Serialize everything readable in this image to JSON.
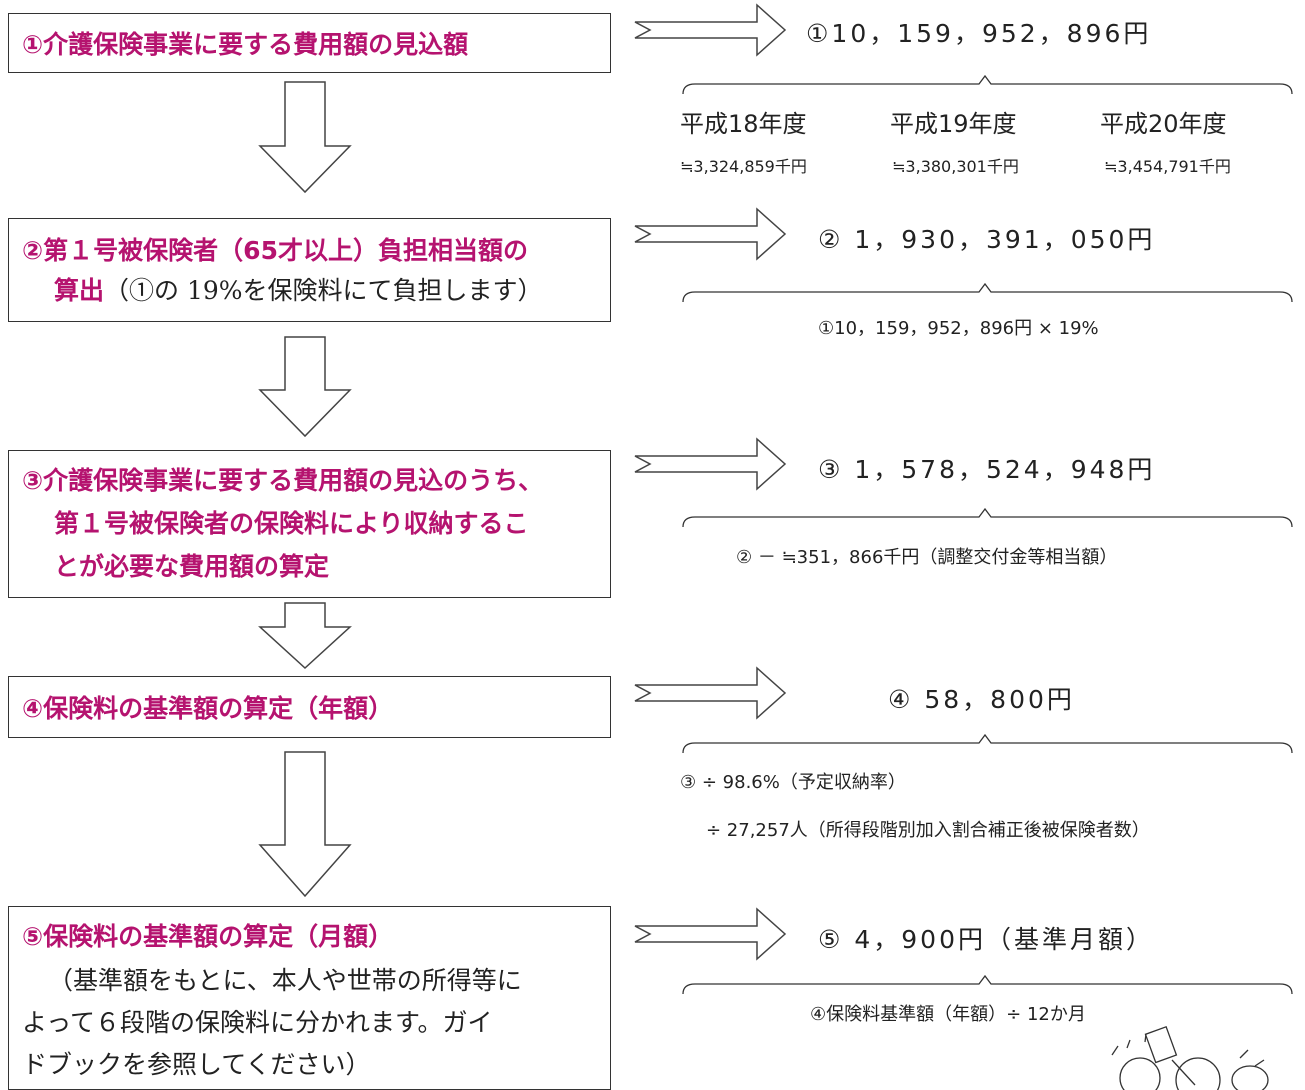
{
  "steps": [
    {
      "title": "①介護保険事業に要する費用額の見込額",
      "result": "①10，159，952，896円"
    },
    {
      "title_line1": "②第１号被保険者（65才以上）負担相当額の",
      "title_line2_bold": "算出",
      "title_line2_plain": "（①の 19%を保険料にて負担します）",
      "result": "② 1，930，391，050円",
      "note": "①10，159，952，896円 × 19%"
    },
    {
      "title_lines": [
        "③介護保険事業に要する費用額の見込のうち、",
        "第１号被保険者の保険料により収納するこ",
        "とが必要な費用額の算定"
      ],
      "result": "③ 1，578，524，948円",
      "note": "② － ≒351，866千円（調整交付金等相当額）"
    },
    {
      "title": "④保険料の基準額の算定（年額）",
      "result": "④ 58，800円",
      "note_line1": "③ ÷ 98.6%（予定収納率）",
      "note_line2": "÷ 27,257人（所得段階別加入割合補正後被保険者数）"
    },
    {
      "title": "⑤保険料の基準額の算定（月額）",
      "desc_lines": [
        "（基準額をもとに、本人や世帯の所得等に",
        "よって６段階の保険料に分かれます。ガイ",
        "ドブックを参照してください）"
      ],
      "result": "⑤ 4，900円（基準月額）",
      "note": "④保険料基準額（年額）÷ 12か月"
    }
  ],
  "years": [
    {
      "label": "平成18年度",
      "amount": "≒3,324,859千円"
    },
    {
      "label": "平成19年度",
      "amount": "≒3,380,301千円"
    },
    {
      "label": "平成20年度",
      "amount": "≒3,454,791千円"
    }
  ]
}
